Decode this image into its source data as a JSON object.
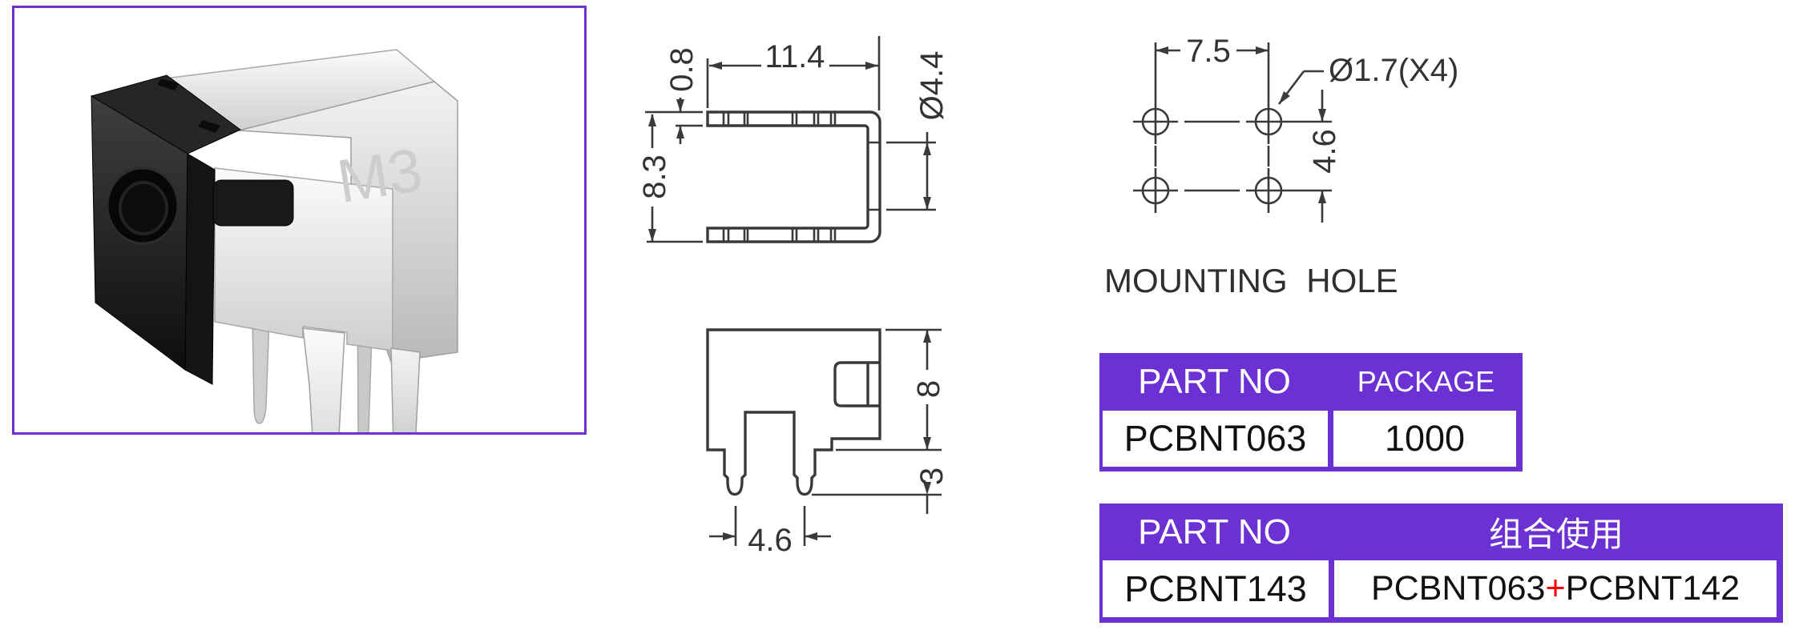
{
  "page": {
    "accent_purple": "#6B31D2",
    "plus_red": "#FF0000",
    "line_color": "#3a3a3a"
  },
  "photo": {
    "part_marking": "M3"
  },
  "side_view": {
    "dim_thickness": "0.8",
    "dim_length": "11.4",
    "dim_hole": "Ø4.4",
    "dim_height": "8.3"
  },
  "front_view": {
    "dim_body_height": "8",
    "dim_pin_length": "3",
    "dim_pin_pitch": "4.6"
  },
  "mounting_hole": {
    "title": "MOUNTING HOLE",
    "dim_h_pitch": "7.5",
    "dim_hole_dia": "Ø1.7(X4)",
    "dim_v_pitch": "4.6"
  },
  "table1": {
    "header_col1": "PART NO",
    "header_col2": "PACKAGE",
    "row": {
      "part_no": "PCBNT063",
      "package": "1000"
    }
  },
  "table2": {
    "header_col1": "PART NO",
    "header_col2": "组合使用",
    "row": {
      "part_no": "PCBNT143",
      "combo_a": "PCBNT063",
      "combo_plus": "+",
      "combo_b": "PCBNT142"
    }
  }
}
